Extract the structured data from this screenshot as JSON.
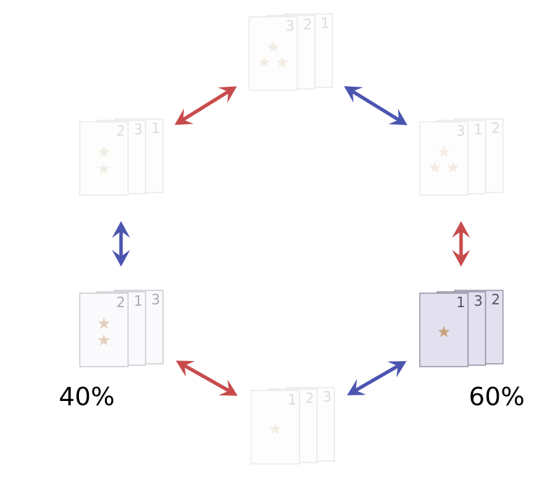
{
  "colors": {
    "red_arrow": "#c84b4b",
    "blue_arrow": "#4b55b0",
    "star": "#c8a27a",
    "card_fill_faded": "#f6f6fa",
    "card_fill_active": "#e3e0f0",
    "card_stroke": "#6a6a7a"
  },
  "decks": [
    {
      "labels": [
        "3",
        "2",
        "1"
      ],
      "stars": 3,
      "opacity": 0.2
    },
    {
      "labels": [
        "3",
        "1",
        "2"
      ],
      "stars": 3,
      "opacity": 0.2
    },
    {
      "labels": [
        "1",
        "3",
        "2"
      ],
      "stars": 1,
      "opacity": 1.0
    },
    {
      "labels": [
        "1",
        "2",
        "3"
      ],
      "stars": 1,
      "opacity": 0.2
    },
    {
      "labels": [
        "2",
        "1",
        "3"
      ],
      "stars": 2,
      "opacity": 0.5
    },
    {
      "labels": [
        "2",
        "3",
        "1"
      ],
      "stars": 2,
      "opacity": 0.2
    }
  ],
  "arrows": [
    {
      "from": 0,
      "to": 1,
      "color": "blue"
    },
    {
      "from": 1,
      "to": 2,
      "color": "red"
    },
    {
      "from": 2,
      "to": 3,
      "color": "blue"
    },
    {
      "from": 3,
      "to": 4,
      "color": "red"
    },
    {
      "from": 4,
      "to": 5,
      "color": "blue"
    },
    {
      "from": 5,
      "to": 0,
      "color": "red"
    }
  ],
  "labels": {
    "left_percent": "40%",
    "right_percent": "60%"
  }
}
